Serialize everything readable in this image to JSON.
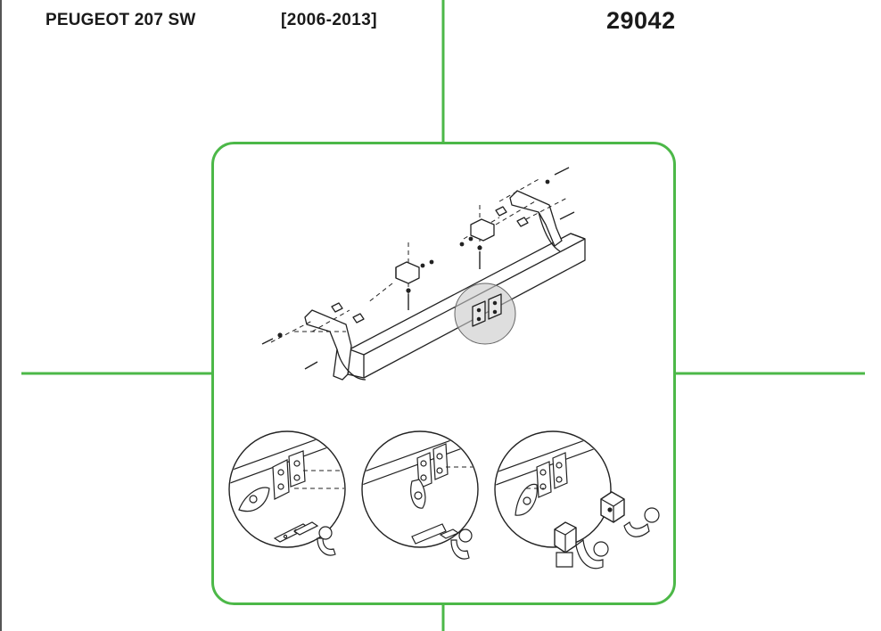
{
  "header": {
    "model": "PEUGEOT 207 SW",
    "years": "[2006-2013]",
    "part_number": "29042"
  },
  "colors": {
    "frame_green": "#4cb848",
    "line": "#222222",
    "highlight": "#c8c8c8"
  },
  "diagram": {
    "main_view": "exploded tow bar assembly with bolts, nuts and brackets",
    "details": [
      "detail-mount-plate",
      "detail-bracket-towball",
      "detail-removable-towball"
    ]
  }
}
